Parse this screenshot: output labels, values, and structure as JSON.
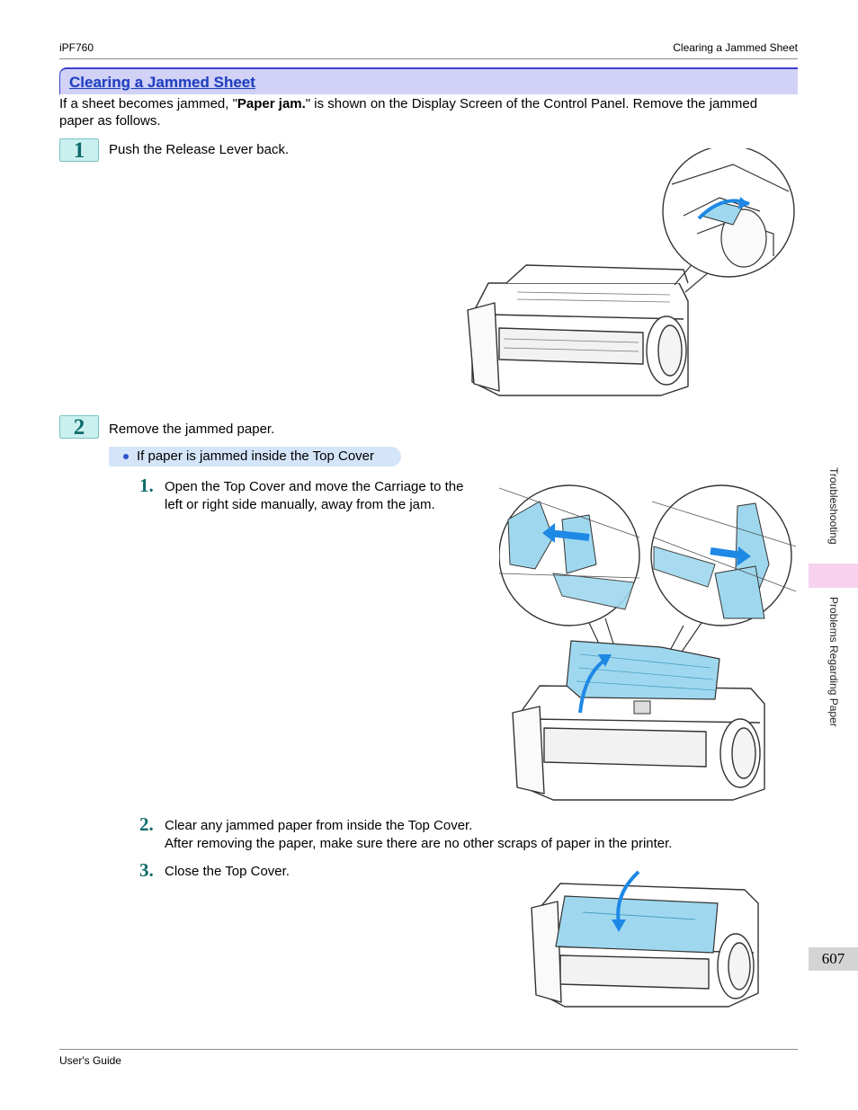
{
  "header": {
    "model": "iPF760",
    "section": "Clearing a Jammed Sheet"
  },
  "title": "Clearing a Jammed Sheet",
  "intro": {
    "before": "If a sheet becomes jammed, \"",
    "bold": "Paper jam.",
    "after": "\" is shown on the Display Screen of the Control Panel. Remove the jammed paper as follows."
  },
  "steps": [
    {
      "number": "1",
      "text": "Push the Release Lever back."
    },
    {
      "number": "2",
      "text": "Remove the jammed paper."
    }
  ],
  "option": "If paper is jammed inside the Top Cover",
  "substeps": [
    {
      "number": "1.",
      "line1": "Open the Top Cover and move the Carriage to the",
      "line2": "left or right side manually, away from the jam."
    },
    {
      "number": "2.",
      "line1": "Clear any jammed paper from inside the Top Cover.",
      "line2": "After removing the paper, make sure there are no other scraps of paper in the printer."
    },
    {
      "number": "3.",
      "line1": "Close the Top Cover.",
      "line2": ""
    }
  ],
  "sidebar": {
    "chapter": "Troubleshooting",
    "section": "Problems Regarding Paper"
  },
  "page_number": "607",
  "footer": "User's Guide",
  "colors": {
    "title_bg": "#d2d2f7",
    "title_text": "#1f3fbf",
    "step_badge_bg": "#c9f0ef",
    "step_number": "#0f6a6a",
    "highlight_blue": "#9fd8ee",
    "arrow_blue": "#1e88e5"
  }
}
